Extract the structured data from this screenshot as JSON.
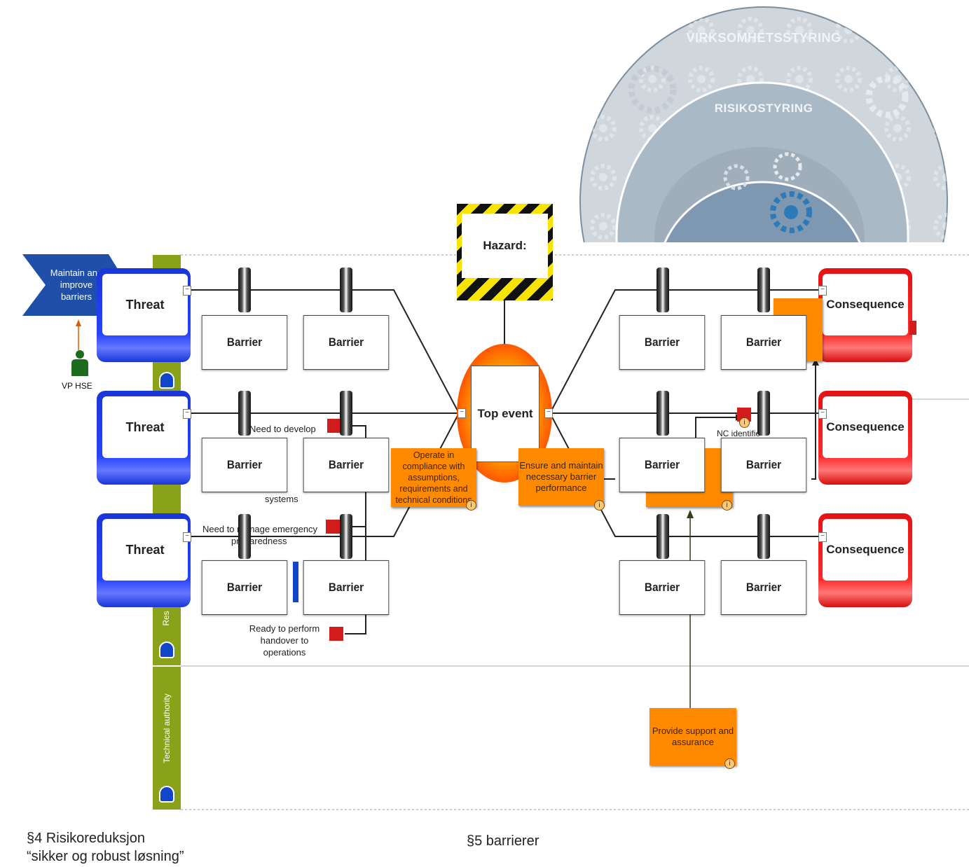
{
  "hazard_label": "Hazard:",
  "top_event_label": "Top event",
  "threats": [
    "Threat",
    "Threat",
    "Threat"
  ],
  "consequences": [
    "Consequence",
    "Consequence",
    "Consequence"
  ],
  "barrier_label": "Barrier",
  "hierarchy": {
    "outer_label": "VIRKSOMHETSSTYRING",
    "inner_label": "RISIKOSTYRING"
  },
  "left_arrow_label": "Maintain and improve barriers",
  "left_role": "VP HSE",
  "lanes": [
    "Res",
    "Technical authority"
  ],
  "notes": {
    "need_develop": "Need to develop",
    "systems": "systems",
    "need_emergency_1": "Need to manage emergency",
    "need_emergency_2": "preparedness",
    "ready_handover": "Ready to perform handover to operations",
    "nc_identified": "NC identified"
  },
  "orange": {
    "operate": "Operate in compliance with assumptions, requirements and technical conditions",
    "ensure": "Ensure and maintain necessary barrier performance",
    "provide": "Provide support and assurance"
  },
  "captions": {
    "left_line1": "§4  Risikoreduksjon",
    "left_line2": "“sikker og robust løsning”",
    "right": "§5 barrierer"
  },
  "colors": {
    "threat": "#2643ff",
    "consequence": "#ff2a2a",
    "action": "#ff8a00",
    "lane": "#8aa21a",
    "top_event": "#ff3300"
  }
}
